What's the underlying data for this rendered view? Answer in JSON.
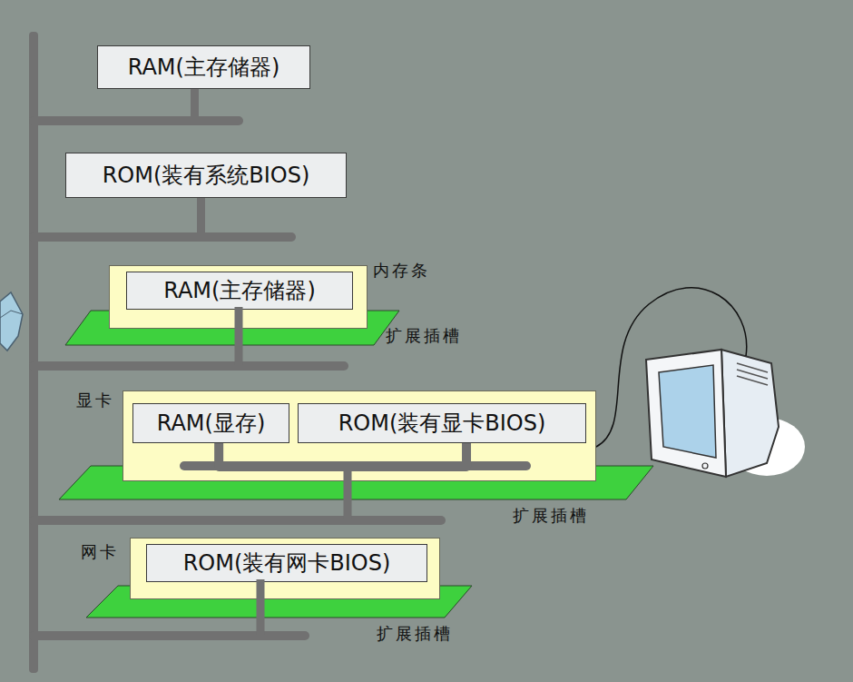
{
  "diagram": {
    "nodes": [
      {
        "text": [
          "RAM(主存储器)"
        ]
      },
      {
        "text": [
          "ROM(装有系统BIOS)"
        ]
      },
      {
        "text": [
          "内存条"
        ]
      },
      {
        "text": [
          "RAM(主存储器)"
        ],
        "in": 2
      },
      {
        "text": [
          "显卡"
        ]
      },
      {
        "text": [
          "RAM(显存)"
        ],
        "in": 4
      },
      {
        "text": [
          "ROM(装有显卡BIOS)"
        ],
        "in": 4
      },
      {
        "text": [
          "网卡"
        ]
      },
      {
        "text": [
          "ROM(装有网卡BIOS)"
        ],
        "in": 7
      }
    ],
    "edges": [
      {
        "from": 5,
        "to": 6,
        "arrow": "none"
      }
    ],
    "labels": [
      "扩展插槽",
      "扩展插槽",
      "扩展插槽"
    ]
  }
}
